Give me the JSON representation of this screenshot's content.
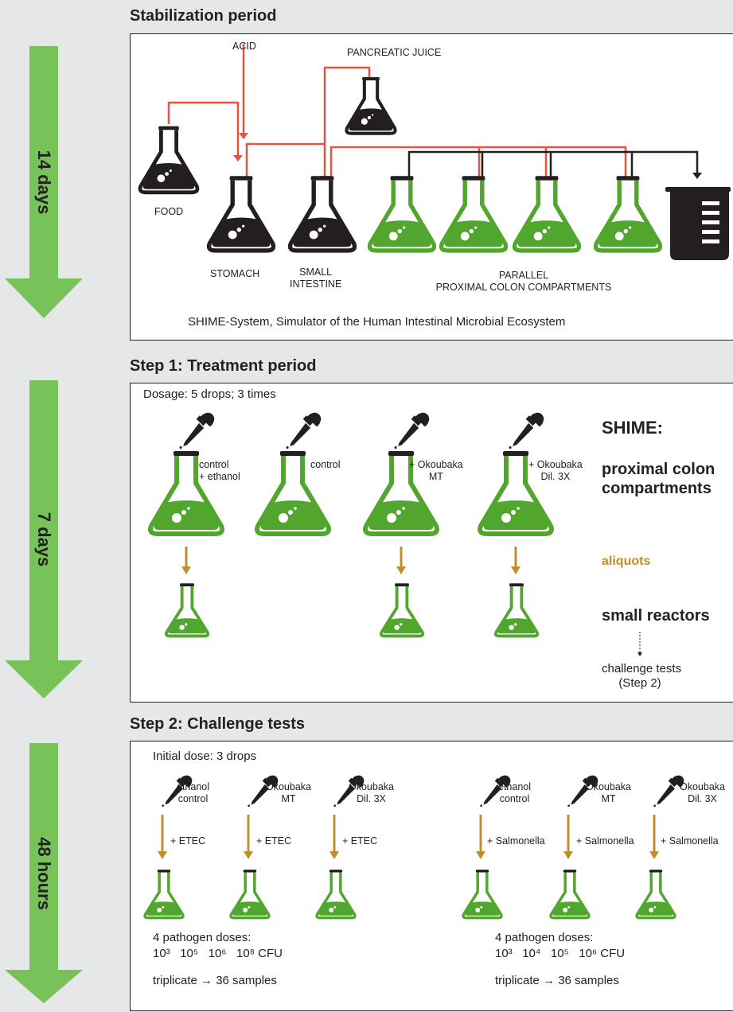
{
  "colors": {
    "green": "#51a62d",
    "arrow_green": "#78c25a",
    "red": "#e8553e",
    "gold": "#c08f2b",
    "dark": "#231f20"
  },
  "durations": [
    "14 days",
    "7 days",
    "48 hours"
  ],
  "stabilization": {
    "title": "Stabilization period",
    "acid": "ACID",
    "pancreatic_juice": "PANCREATIC JUICE",
    "food": "FOOD",
    "stomach": "STOMACH",
    "small_intestine_1": "SMALL",
    "small_intestine_2": "INTESTINE",
    "parallel_1": "PARALLEL",
    "parallel_2": "PROXIMAL COLON COMPARTMENTS",
    "caption": "SHIME-System, Simulator of the Human Intestinal Microbial Ecosystem"
  },
  "step1": {
    "title": "Step 1: Treatment period",
    "dosage": "Dosage: 5 drops; 3 times",
    "labels": [
      {
        "l1": "control",
        "l2": "+ ethanol"
      },
      {
        "l1": "control",
        "l2": ""
      },
      {
        "l1": "+ Okoubaka",
        "l2": "MT"
      },
      {
        "l1": "+ Okoubaka",
        "l2": "Dil. 3X"
      }
    ],
    "shime": "SHIME:",
    "proximal_1": "proximal colon",
    "proximal_2": "compartments",
    "aliquots": "aliquots",
    "small_reactors": "small reactors",
    "challenge_1": "challenge tests",
    "challenge_2": "(Step 2)"
  },
  "step2": {
    "title": "Step 2: Challenge tests",
    "initial": "Initial dose: 3 drops",
    "groups": [
      {
        "items": [
          {
            "l1": "ethanol",
            "l2": "control",
            "add": "+ ETEC"
          },
          {
            "l1": "Okoubaka",
            "l2": "MT",
            "add": "+ ETEC"
          },
          {
            "l1": "Okoubaka",
            "l2": "Dil. 3X",
            "add": "+ ETEC"
          }
        ],
        "doses_label": "4 pathogen doses:",
        "doses": [
          "10³",
          "10⁵",
          "10⁶",
          "10⁸ CFU"
        ],
        "triplicate": "triplicate → 36 samples"
      },
      {
        "items": [
          {
            "l1": "ethanol",
            "l2": "control",
            "add": "+ Salmonella"
          },
          {
            "l1": "Okoubaka",
            "l2": "MT",
            "add": "+ Salmonella"
          },
          {
            "l1": "Okoubaka",
            "l2": "Dil. 3X",
            "add": "+ Salmonella"
          }
        ],
        "doses_label": "4 pathogen doses:",
        "doses": [
          "10³",
          "10⁴",
          "10⁵",
          "10⁶ CFU"
        ],
        "triplicate": "triplicate → 36 samples"
      }
    ]
  }
}
